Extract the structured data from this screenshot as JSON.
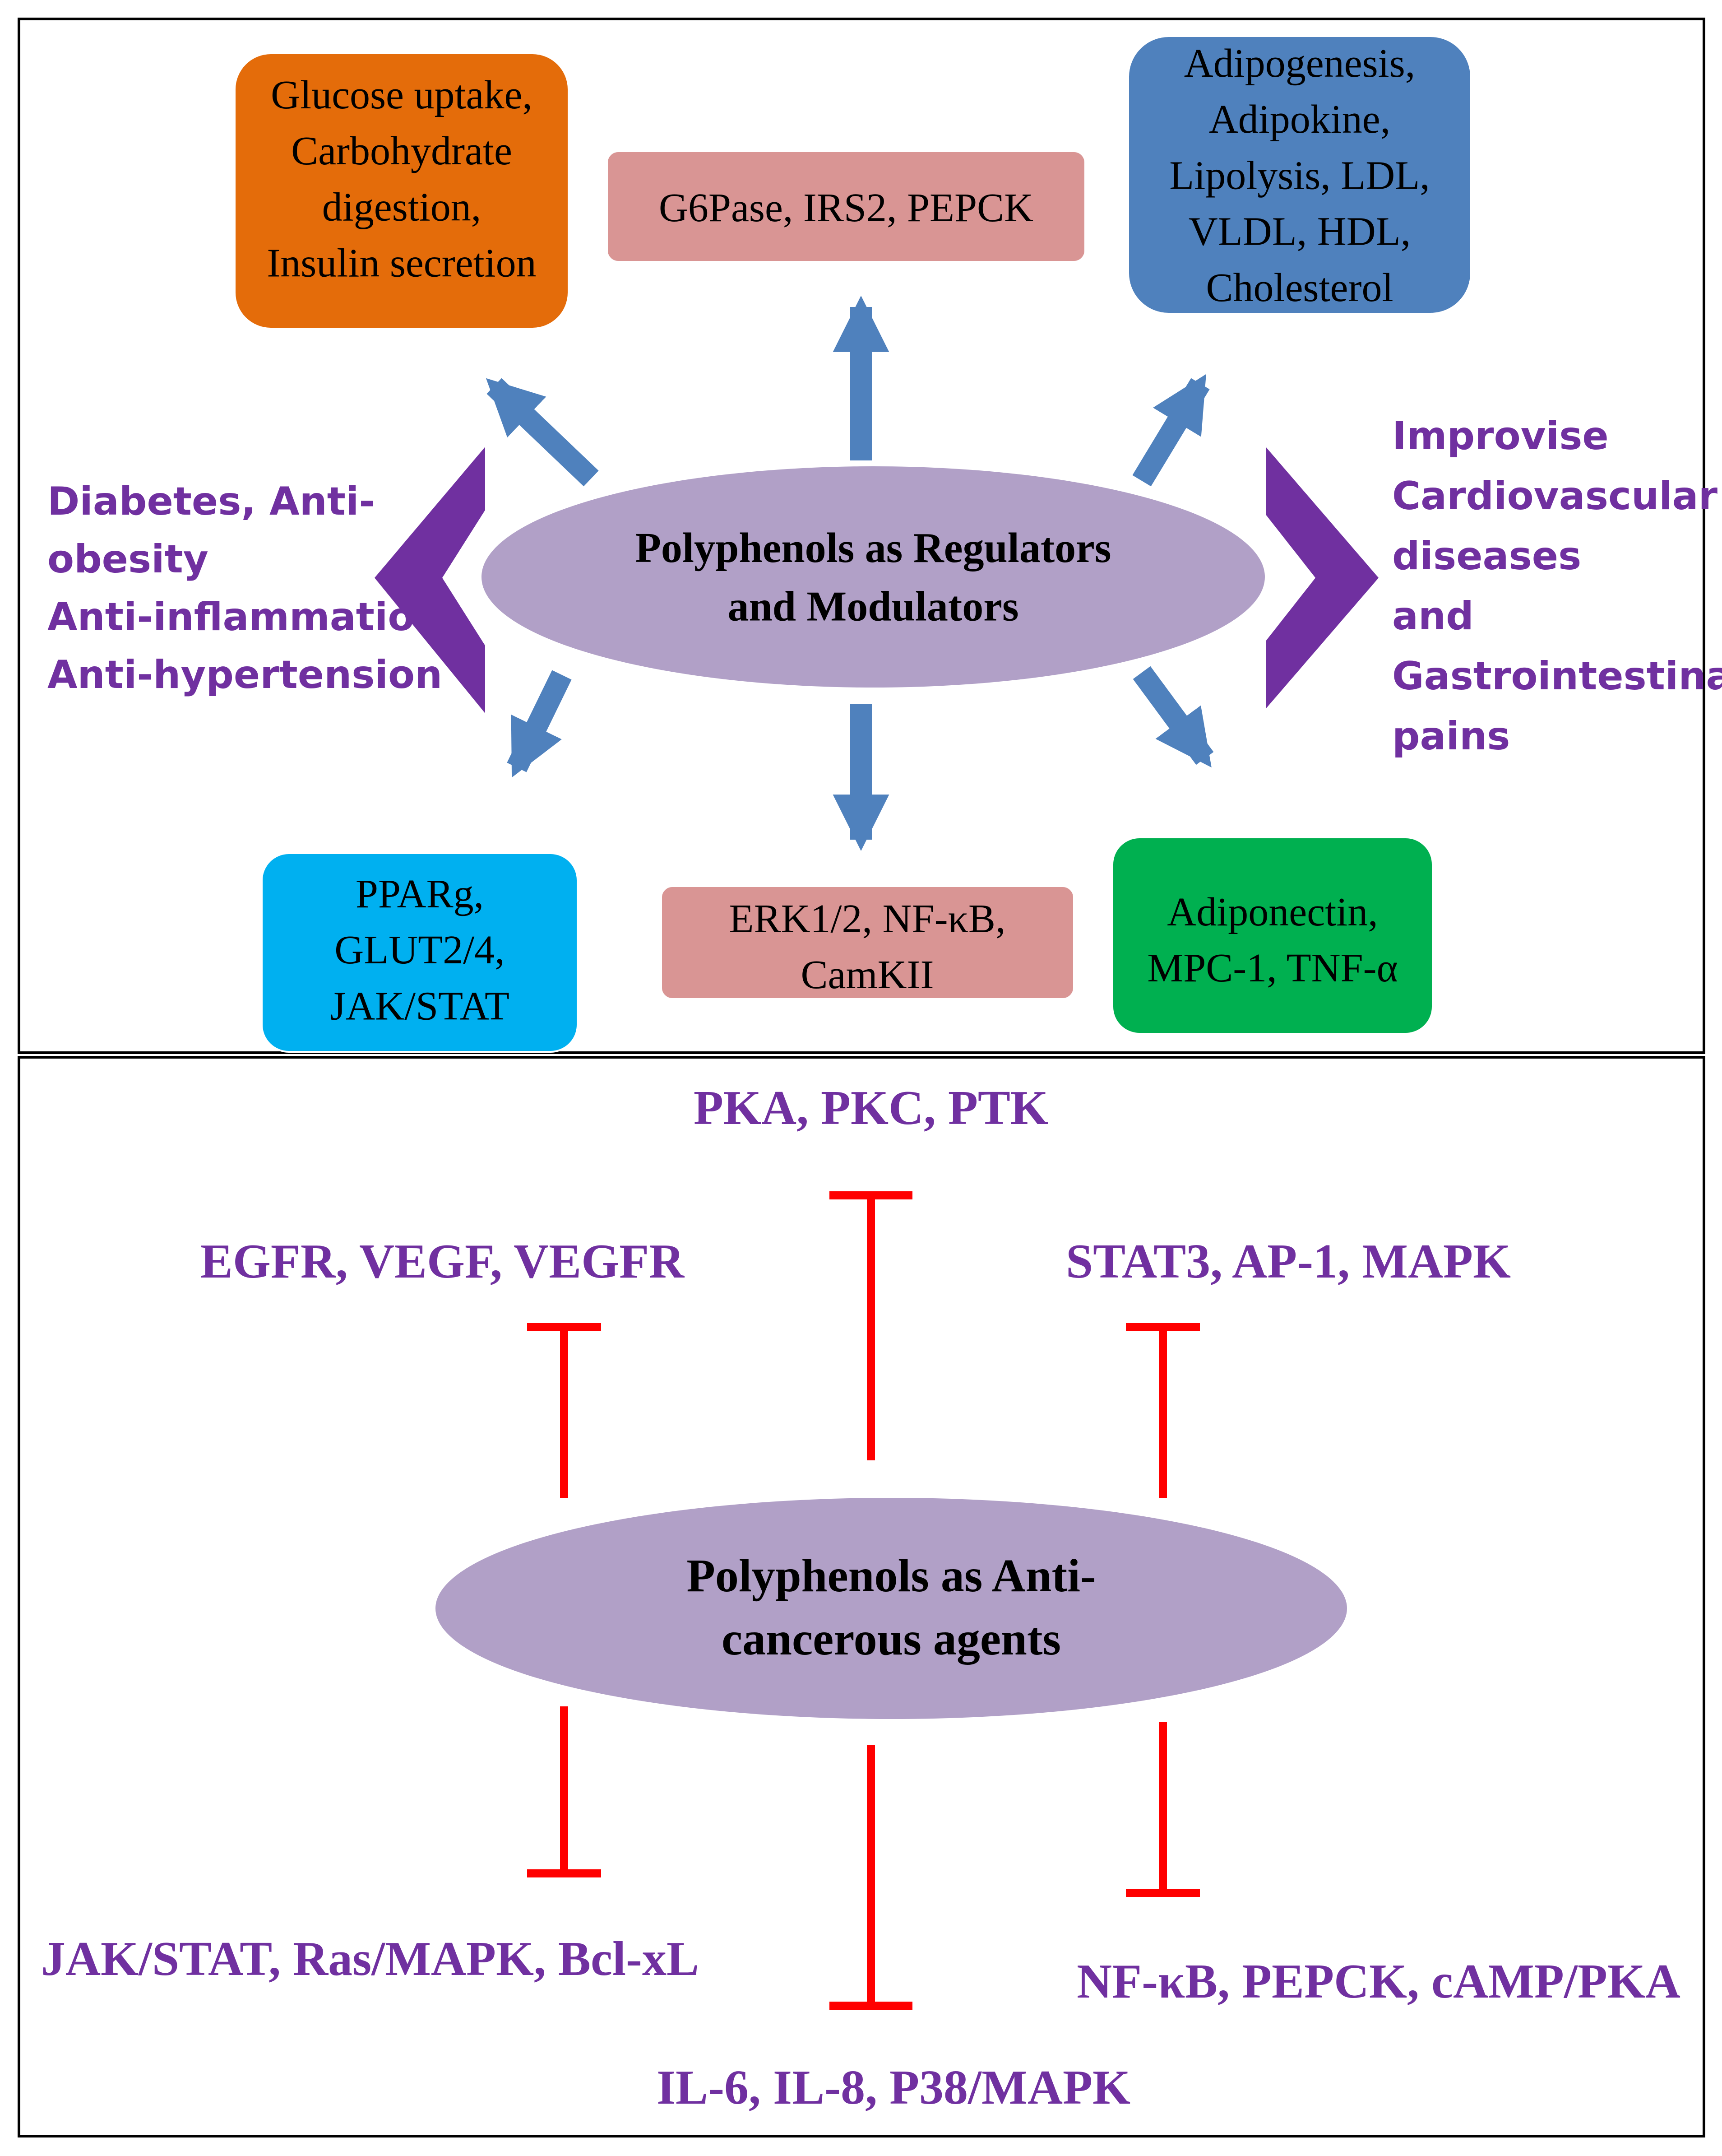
{
  "colors": {
    "orange_box": "#E46C0A",
    "blue_box": "#4F81BD",
    "pink_box": "#D99594",
    "cyan_box": "#00B0F0",
    "green_box": "#00B050",
    "ellipse": "#B1A0C7",
    "arrow": "#4F81BD",
    "chevron": "#7030A0",
    "purple_text": "#7030A0",
    "inhibit": "#FF0000"
  },
  "top_panel": {
    "center": [
      "Polyphenols as Regulators",
      "and Modulators"
    ],
    "box_top_left": [
      "Glucose uptake,",
      "Carbohydrate",
      "digestion,",
      "Insulin secretion"
    ],
    "box_top_center": [
      "G6Pase, IRS2, PEPCK"
    ],
    "box_top_right": [
      "Adipogenesis,",
      "Adipokine,",
      "Lipolysis, LDL,",
      "VLDL, HDL,",
      "Cholesterol"
    ],
    "box_bottom_left": [
      "PPARg,",
      "GLUT2/4,",
      "JAK/STAT"
    ],
    "box_bottom_center": [
      "ERK1/2, NF-κB,",
      "CamKII"
    ],
    "box_bottom_right": [
      "Adiponectin,",
      "MPC-1, TNF-α"
    ],
    "left_effects": [
      "Diabetes, Anti-",
      "obesity",
      "Anti-inflammation",
      "Anti-hypertension"
    ],
    "right_effects": [
      "Improvise",
      "Cardiovascular",
      "diseases",
      "and",
      "Gastrointestinal",
      "pains"
    ]
  },
  "bottom_panel": {
    "center": [
      "Polyphenols as Anti-",
      "cancerous agents"
    ],
    "targets": {
      "top_center": "PKA, PKC, PTK",
      "top_left": "EGFR, VEGF, VEGFR",
      "top_right": "STAT3, AP-1, MAPK",
      "bottom_left": "JAK/STAT, Ras/MAPK, Bcl-xL",
      "bottom_center": "IL-6, IL-8, P38/MAPK",
      "bottom_right": "NF-κB, PEPCK, cAMP/PKA"
    }
  }
}
